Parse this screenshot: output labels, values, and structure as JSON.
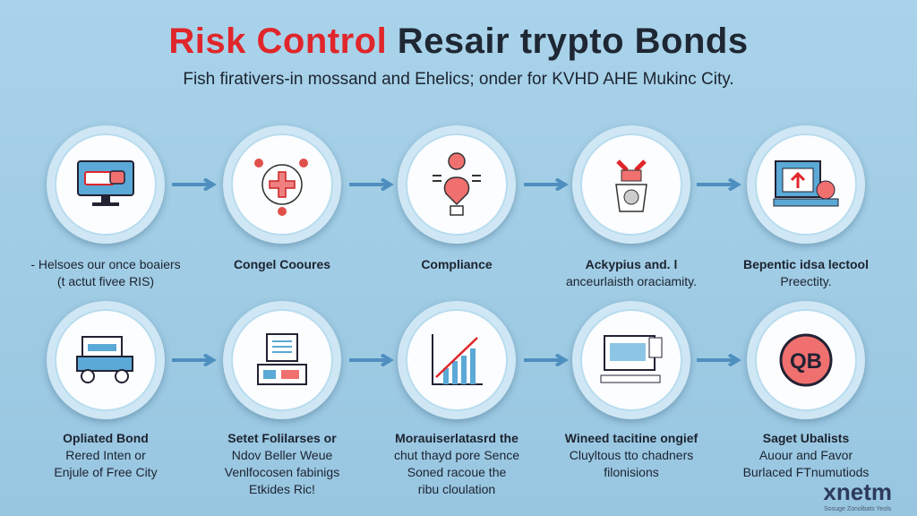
{
  "header": {
    "title_red": "Risk Control",
    "title_rest": " Resair trypto Bonds",
    "subtitle": "Fish firativers-in mossand and Ehelics; onder for KVHD AHE Mukinc City."
  },
  "top_row": [
    {
      "icon": "monitor-icon",
      "title": "- Helsoes our once boaiers",
      "desc": "(t actut fivee RIS)"
    },
    {
      "icon": "medical-cross-icon",
      "title": "Congel Cooures",
      "desc": ""
    },
    {
      "icon": "compliance-balloon-icon",
      "title": "Compliance",
      "desc": ""
    },
    {
      "icon": "robot-arm-icon",
      "title": "Ackypius and. l",
      "desc": "anceurlaisth oraciamity."
    },
    {
      "icon": "upload-document-icon",
      "title": "Bepentic idsa lectool",
      "desc": "Preectity."
    }
  ],
  "bottom_row": [
    {
      "icon": "truck-icon",
      "title": "Opliated Bond",
      "desc": "Rered Inten or\nEnjule of Free City"
    },
    {
      "icon": "document-list-icon",
      "title": "Setet Folilarses or",
      "desc": "Ndov Beller Weue\nVenlfocosen fabinigs\nEtkides Ric!"
    },
    {
      "icon": "bar-chart-icon",
      "title": "Morauiserlatasrd the",
      "desc": "chut thayd pore Sence\nSoned racoue the\nribu cloulation"
    },
    {
      "icon": "computer-icon",
      "title": "Wineed tacitine ongief",
      "desc": "Cluyltous tto chadners\nfilonisions"
    },
    {
      "icon": "qb-badge-icon",
      "title": "Saget Ubalists",
      "desc": "Auour and Favor\nBurlaced FTnumutiods"
    }
  ],
  "logo": {
    "text": "xnetm",
    "tagline": "Sosuge Zonolbats Yeols"
  },
  "colors": {
    "accent": "#e0262b",
    "arrow": "#4f8fbf"
  }
}
